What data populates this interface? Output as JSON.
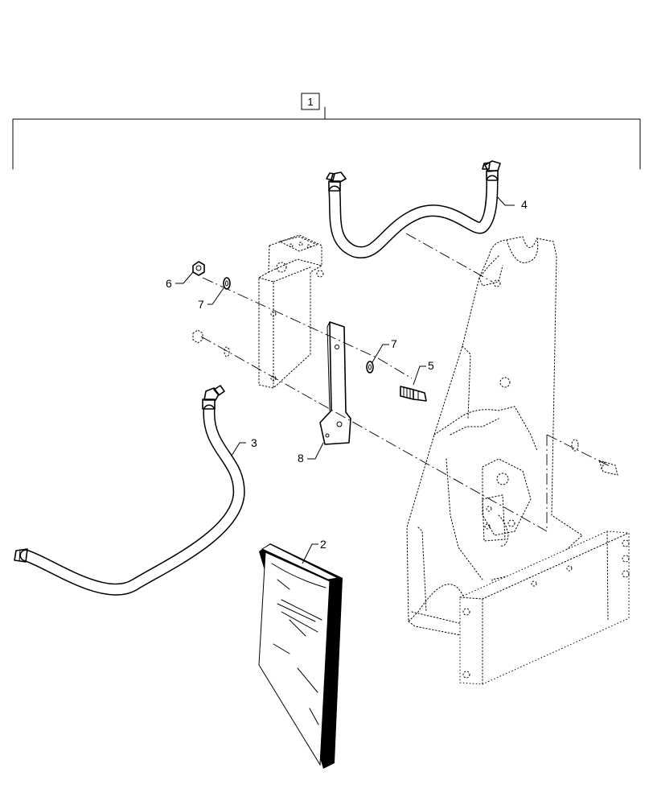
{
  "kit_callout": "1",
  "callouts": {
    "c2": "2",
    "c3": "3",
    "c4": "4",
    "c5": "5",
    "c6": "6",
    "c7a": "7",
    "c7b": "7",
    "c8": "8"
  }
}
